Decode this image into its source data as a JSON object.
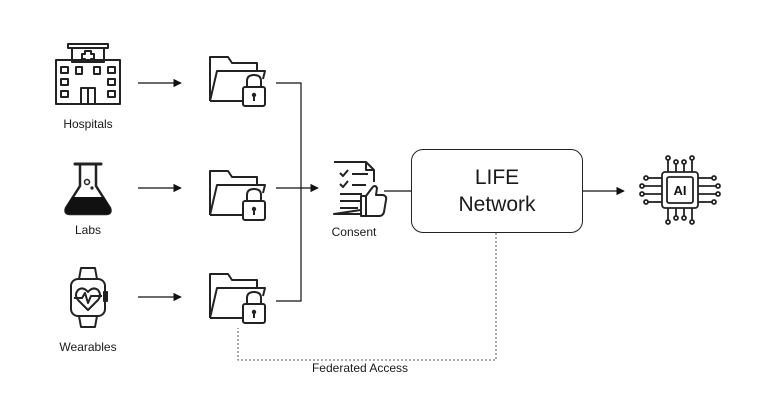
{
  "sources": [
    {
      "label": "Hospitals",
      "icon": "hospital-icon"
    },
    {
      "label": "Labs",
      "icon": "flask-icon"
    },
    {
      "label": "Wearables",
      "icon": "smartwatch-icon"
    }
  ],
  "consent": {
    "label": "Consent",
    "icon": "consent-document-icon"
  },
  "network": {
    "line1": "LIFE",
    "line2": "Network"
  },
  "ai": {
    "label": "AI",
    "icon": "ai-chip-icon"
  },
  "federated": {
    "label": "Federated Access"
  },
  "locked_folder_icon": "locked-folder-icon"
}
